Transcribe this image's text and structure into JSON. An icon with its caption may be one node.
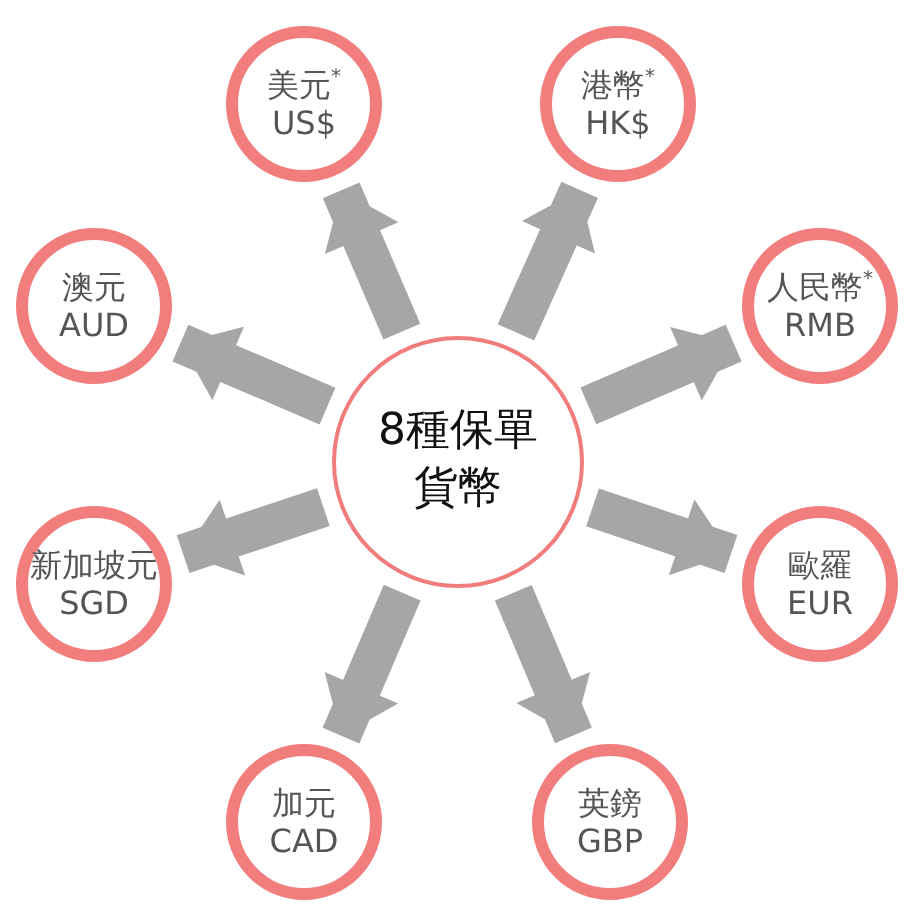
{
  "diagram": {
    "nodes": [
      {
        "text": [
          "8種保單貨幣"
        ]
      },
      {
        "text": [
          "美元$^{*}$",
          "US$"
        ]
      },
      {
        "text": [
          "港幣$^{*}$",
          "HK$"
        ]
      },
      {
        "text": [
          "澳元",
          "AUD"
        ]
      },
      {
        "text": [
          "人民幣$^{*}$",
          "RMB"
        ]
      },
      {
        "text": [
          "新加坡元",
          "SGD"
        ]
      },
      {
        "text": [
          "歐羅",
          "EUR"
        ]
      },
      {
        "text": [
          "加元",
          "CAD"
        ]
      },
      {
        "text": [
          "英鎊",
          "GBP"
        ]
      }
    ],
    "edges": [
      {
        "from": 0,
        "to": 1,
        "arrow": "to"
      },
      {
        "from": 0,
        "to": 2,
        "arrow": "to"
      },
      {
        "from": 0,
        "to": 3,
        "arrow": "to"
      },
      {
        "from": 0,
        "to": 4,
        "arrow": "to"
      },
      {
        "from": 0,
        "to": 5,
        "arrow": "to"
      },
      {
        "from": 0,
        "to": 6,
        "arrow": "to"
      },
      {
        "from": 0,
        "to": 7,
        "arrow": "to"
      },
      {
        "from": 0,
        "to": 8,
        "arrow": "to"
      }
    ]
  }
}
